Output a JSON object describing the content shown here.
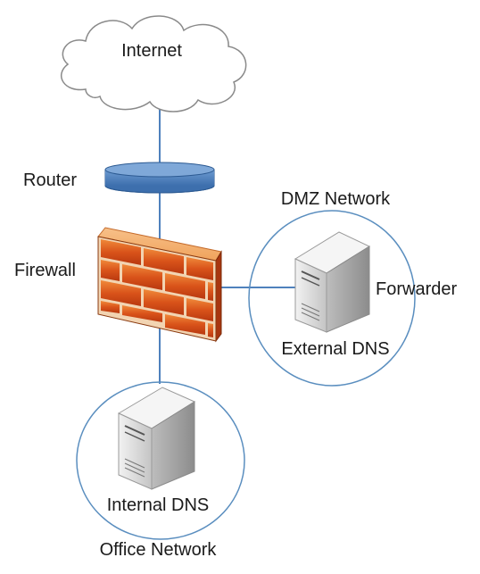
{
  "labels": {
    "internet": "Internet",
    "router": "Router",
    "firewall": "Firewall",
    "dmz_network": "DMZ Network",
    "forwarder": "Forwarder",
    "external_dns": "External DNS",
    "internal_dns": "Internal DNS",
    "office_network": "Office Network"
  },
  "colors": {
    "link": "#4f81bd",
    "router_fill": "#4f81bd",
    "zone_stroke": "#5a8ebf",
    "brick": "#e06a1c",
    "mortar": "#f2d4b2",
    "server_body": "#d9d9d9"
  },
  "icons": {
    "cloud": "cloud-icon",
    "router": "router-icon",
    "firewall": "brick-wall-icon",
    "server": "server-tower-icon"
  }
}
